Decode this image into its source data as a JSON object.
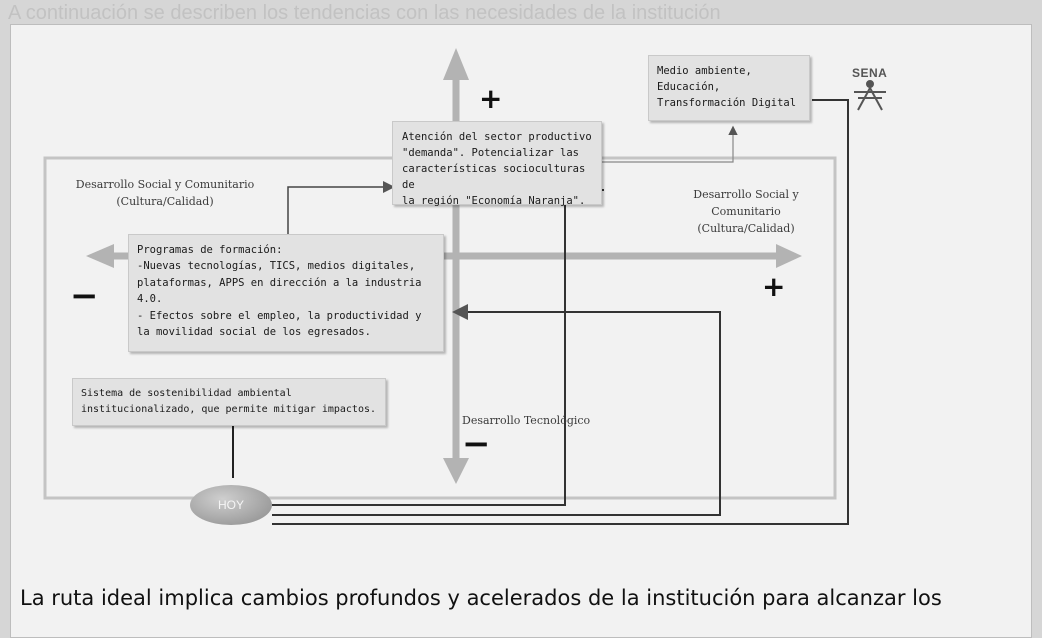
{
  "background_text": {
    "top_line": "A continuación se describen los tendencias con las necesidades de la institución"
  },
  "logo": {
    "text": "SENA"
  },
  "diagram": {
    "box_medio": [
      "Medio ambiente,",
      "Educación,",
      "Transformación Digital"
    ],
    "box_atencion": [
      "Atención del sector productivo",
      "\"demanda\". Potencializar las",
      "características socioculturas de",
      "la región \"Economía Naranja\"."
    ],
    "box_programas": [
      "Programas de formación:",
      "-Nuevas tecnologías, TICS, medios digitales,",
      "plataformas, APPS en dirección a la industria",
      "4.0.",
      "- Efectos sobre el empleo, la productividad y",
      "la movilidad social de los egresados."
    ],
    "box_sistema": [
      "Sistema de sostenibilidad ambiental",
      "institucionalizado, que permite mitigar impactos."
    ],
    "label_left": [
      "Desarrollo Social y Comunitario",
      "(Cultura/Calidad)"
    ],
    "label_right": [
      "Desarrollo Social y",
      "Comunitario",
      "(Cultura/Calidad)"
    ],
    "label_bottom": "Desarrollo Tecnológico",
    "sign_top": "+",
    "sign_right": "+",
    "sign_left": "−",
    "sign_bottom": "−",
    "oval": "HOY"
  },
  "caption": "La ruta ideal implica cambios profundos y acelerados de la institución  para alcanzar los"
}
